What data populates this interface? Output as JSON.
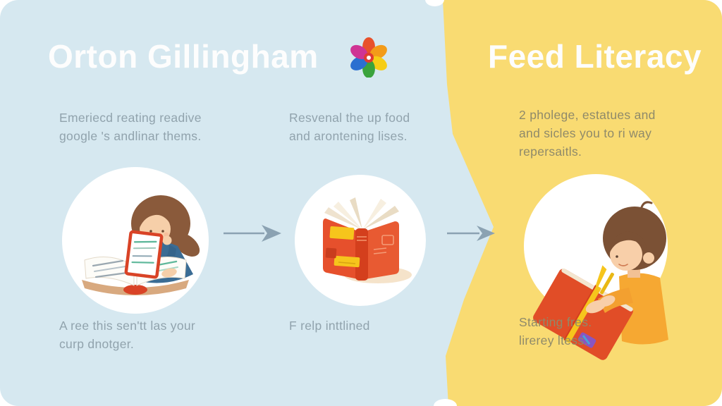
{
  "title_color": "#fdfdfd",
  "left_panel": {
    "bg_color": "#d6e8f0",
    "text_color": "#91a3ad",
    "title": "Orton Gillingham",
    "columns": [
      {
        "top_text": "Emeriecd reating readive\ngoogle 's andlinar thems.",
        "illustration": "woman-reading-open-book",
        "bottom_text": "A ree this sen'tt las your\ncurp dnotger."
      },
      {
        "top_text": "Resvenal the up food\nand arontening lises.",
        "illustration": "standing-open-red-book",
        "bottom_text": "F relp inttlined"
      }
    ]
  },
  "right_panel": {
    "bg_color": "#f9db72",
    "text_color": "#8f8a6a",
    "title": "Feed Literacy",
    "column": {
      "top_text": "2 pholege, estatues and\nand sicles you to ri way\nrepersaitls.",
      "illustration": "boy-reading-red-book",
      "bottom_text": "Starting fres.\nlirerey ltess."
    }
  },
  "flower": {
    "petal_colors": [
      "#e8512b",
      "#f39b19",
      "#f6cd16",
      "#3aa33c",
      "#2b6fd0",
      "#cf3494"
    ],
    "center_color": "#e03c31"
  },
  "arrows": {
    "color": "#8ba2b2"
  }
}
